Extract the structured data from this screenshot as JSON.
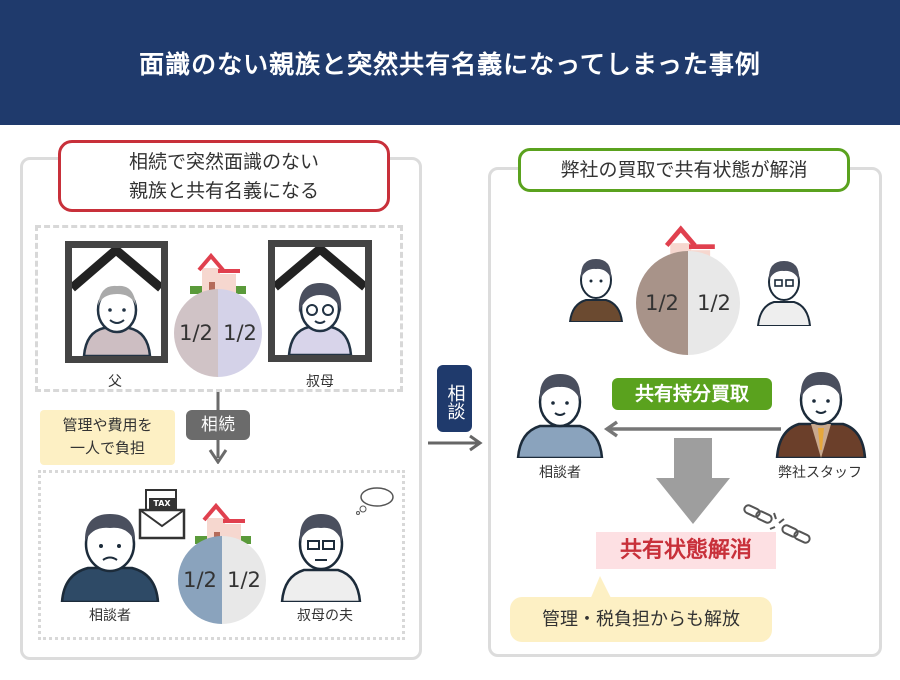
{
  "title": "面識のない親族と突然共有名義になってしまった事例",
  "left": {
    "heading_line1": "相続で突然面識のない",
    "heading_line2": "親族と共有名義になる",
    "father_label": "父",
    "aunt_label": "叔母",
    "share_left": "1/2",
    "share_right": "1/2",
    "inherit_label": "相続",
    "note_line1": "管理や費用を",
    "note_line2": "一人で負担",
    "tax_label": "TAX",
    "client_label": "相談者",
    "uncle_label": "叔母の夫",
    "share2_left": "1/2",
    "share2_right": "1/2"
  },
  "middle": {
    "consult_label": "相談"
  },
  "right": {
    "heading": "弊社の買取で共有状態が解消",
    "share_left": "1/2",
    "share_right": "1/2",
    "buy_label": "共有持分買取",
    "client_label": "相談者",
    "staff_label": "弊社スタッフ",
    "resolved_label": "共有状態解消",
    "bubble": "管理・税負担からも解放"
  },
  "colors": {
    "navy": "#1f3a6c",
    "red": "#c8303a",
    "green": "#5aa21e",
    "yellow": "#fdf0c4",
    "pink": "#fde0e3"
  }
}
